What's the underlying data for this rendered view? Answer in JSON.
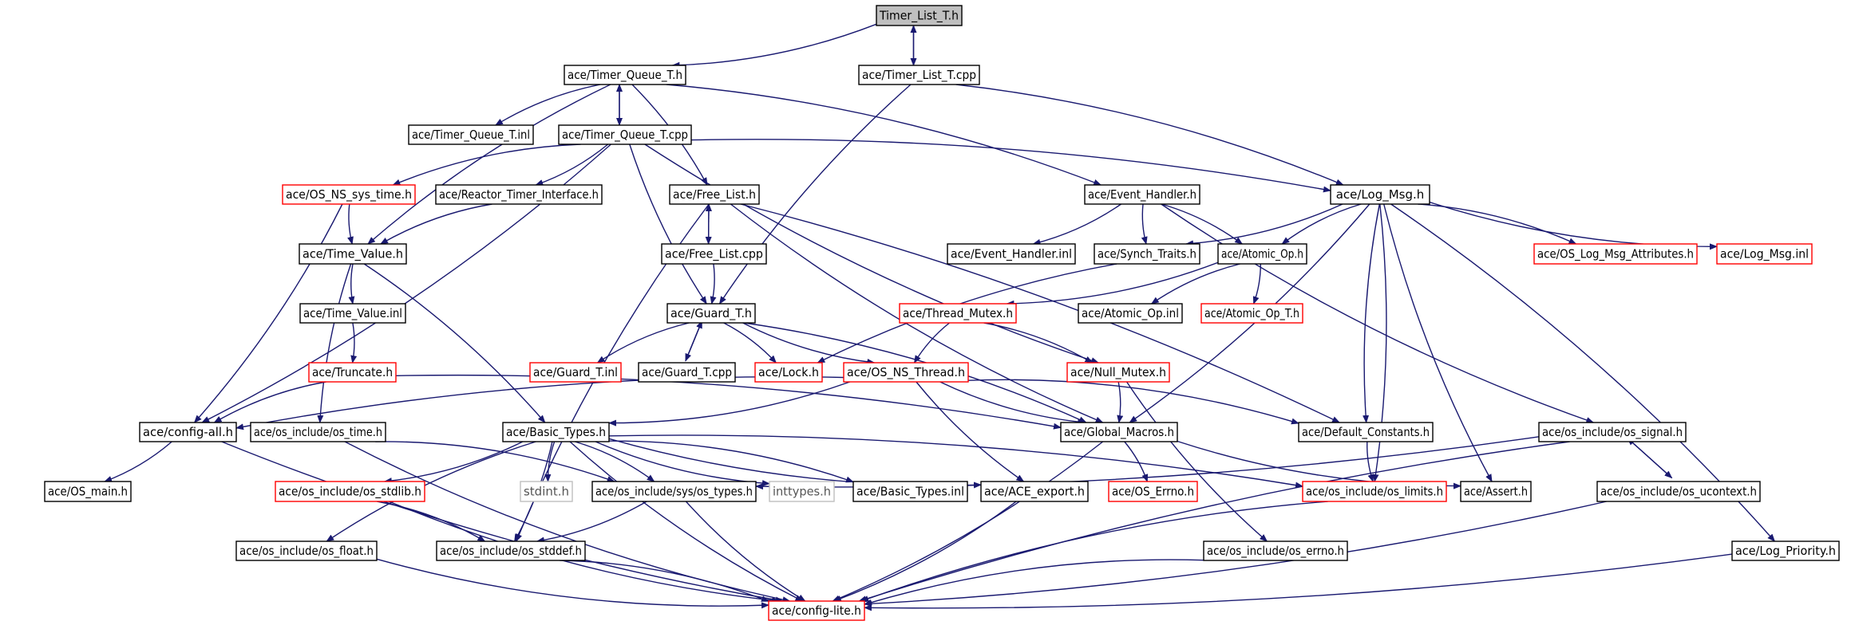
{
  "colors": {
    "edge": "#191970",
    "box_black": "#000000",
    "box_red": "#ff0000",
    "box_gray": "#bfbfbf",
    "root_fill": "#bfbfbf",
    "text": "#000000"
  },
  "nodes": [
    {
      "id": "timer_list_t_h",
      "label": "Timer_List_T.h",
      "style": "root"
    },
    {
      "id": "timer_queue_t_h",
      "label": "ace/Timer_Queue_T.h",
      "style": "black"
    },
    {
      "id": "timer_list_t_cpp",
      "label": "ace/Timer_List_T.cpp",
      "style": "black"
    },
    {
      "id": "timer_queue_t_inl",
      "label": "ace/Timer_Queue_T.inl",
      "style": "black"
    },
    {
      "id": "timer_queue_t_cpp",
      "label": "ace/Timer_Queue_T.cpp",
      "style": "black"
    },
    {
      "id": "os_ns_sys_time_h",
      "label": "ace/OS_NS_sys_time.h",
      "style": "red"
    },
    {
      "id": "reactor_timer_interface_h",
      "label": "ace/Reactor_Timer_Interface.h",
      "style": "black"
    },
    {
      "id": "free_list_h",
      "label": "ace/Free_List.h",
      "style": "black"
    },
    {
      "id": "event_handler_h",
      "label": "ace/Event_Handler.h",
      "style": "black"
    },
    {
      "id": "log_msg_h",
      "label": "ace/Log_Msg.h",
      "style": "black"
    },
    {
      "id": "time_value_h",
      "label": "ace/Time_Value.h",
      "style": "black"
    },
    {
      "id": "free_list_cpp",
      "label": "ace/Free_List.cpp",
      "style": "black"
    },
    {
      "id": "event_handler_inl",
      "label": "ace/Event_Handler.inl",
      "style": "black"
    },
    {
      "id": "synch_traits_h",
      "label": "ace/Synch_Traits.h",
      "style": "black"
    },
    {
      "id": "atomic_op_h",
      "label": "ace/Atomic_Op.h",
      "style": "black"
    },
    {
      "id": "os_log_msg_attributes_h",
      "label": "ace/OS_Log_Msg_Attributes.h",
      "style": "red"
    },
    {
      "id": "log_msg_inl",
      "label": "ace/Log_Msg.inl",
      "style": "red"
    },
    {
      "id": "time_value_inl",
      "label": "ace/Time_Value.inl",
      "style": "black"
    },
    {
      "id": "guard_t_h",
      "label": "ace/Guard_T.h",
      "style": "black"
    },
    {
      "id": "thread_mutex_h",
      "label": "ace/Thread_Mutex.h",
      "style": "red"
    },
    {
      "id": "atomic_op_inl",
      "label": "ace/Atomic_Op.inl",
      "style": "black"
    },
    {
      "id": "atomic_op_t_h",
      "label": "ace/Atomic_Op_T.h",
      "style": "red"
    },
    {
      "id": "truncate_h",
      "label": "ace/Truncate.h",
      "style": "red"
    },
    {
      "id": "guard_t_inl",
      "label": "ace/Guard_T.inl",
      "style": "red"
    },
    {
      "id": "guard_t_cpp",
      "label": "ace/Guard_T.cpp",
      "style": "black"
    },
    {
      "id": "lock_h",
      "label": "ace/Lock.h",
      "style": "red"
    },
    {
      "id": "os_ns_thread_h",
      "label": "ace/OS_NS_Thread.h",
      "style": "red"
    },
    {
      "id": "null_mutex_h",
      "label": "ace/Null_Mutex.h",
      "style": "red"
    },
    {
      "id": "config_all_h",
      "label": "ace/config-all.h",
      "style": "black"
    },
    {
      "id": "os_include_os_time_h",
      "label": "ace/os_include/os_time.h",
      "style": "black"
    },
    {
      "id": "basic_types_h",
      "label": "ace/Basic_Types.h",
      "style": "black"
    },
    {
      "id": "global_macros_h",
      "label": "ace/Global_Macros.h",
      "style": "black"
    },
    {
      "id": "default_constants_h",
      "label": "ace/Default_Constants.h",
      "style": "black"
    },
    {
      "id": "os_include_os_signal_h",
      "label": "ace/os_include/os_signal.h",
      "style": "black"
    },
    {
      "id": "os_main_h",
      "label": "ace/OS_main.h",
      "style": "black"
    },
    {
      "id": "os_include_os_stdlib_h",
      "label": "ace/os_include/os_stdlib.h",
      "style": "red"
    },
    {
      "id": "stdint_h",
      "label": "stdint.h",
      "style": "gray"
    },
    {
      "id": "os_include_sys_os_types_h",
      "label": "ace/os_include/sys/os_types.h",
      "style": "black"
    },
    {
      "id": "inttypes_h",
      "label": "inttypes.h",
      "style": "gray"
    },
    {
      "id": "basic_types_inl",
      "label": "ace/Basic_Types.inl",
      "style": "black"
    },
    {
      "id": "ace_export_h",
      "label": "ace/ACE_export.h",
      "style": "black"
    },
    {
      "id": "os_errno_h",
      "label": "ace/OS_Errno.h",
      "style": "red"
    },
    {
      "id": "os_include_os_limits_h",
      "label": "ace/os_include/os_limits.h",
      "style": "red"
    },
    {
      "id": "assert_h",
      "label": "ace/Assert.h",
      "style": "black"
    },
    {
      "id": "os_include_os_ucontext_h",
      "label": "ace/os_include/os_ucontext.h",
      "style": "black"
    },
    {
      "id": "os_include_os_float_h",
      "label": "ace/os_include/os_float.h",
      "style": "black"
    },
    {
      "id": "os_include_os_stddef_h",
      "label": "ace/os_include/os_stddef.h",
      "style": "black"
    },
    {
      "id": "os_include_os_errno_h",
      "label": "ace/os_include/os_errno.h",
      "style": "black"
    },
    {
      "id": "log_priority_h",
      "label": "ace/Log_Priority.h",
      "style": "black"
    },
    {
      "id": "config_lite_h",
      "label": "ace/config-lite.h",
      "style": "red"
    }
  ],
  "edges": [
    [
      "timer_list_t_h",
      "timer_queue_t_h"
    ],
    [
      "timer_list_t_h",
      "timer_list_t_cpp"
    ],
    [
      "timer_list_t_cpp",
      "timer_list_t_h"
    ],
    [
      "timer_list_t_cpp",
      "guard_t_h"
    ],
    [
      "timer_list_t_cpp",
      "log_msg_h"
    ],
    [
      "timer_queue_t_h",
      "timer_queue_t_inl"
    ],
    [
      "timer_queue_t_h",
      "timer_queue_t_cpp"
    ],
    [
      "timer_queue_t_cpp",
      "timer_queue_t_h"
    ],
    [
      "timer_queue_t_h",
      "free_list_h"
    ],
    [
      "timer_queue_t_h",
      "time_value_h"
    ],
    [
      "timer_queue_t_h",
      "event_handler_h"
    ],
    [
      "timer_queue_t_cpp",
      "os_ns_sys_time_h"
    ],
    [
      "timer_queue_t_cpp",
      "reactor_timer_interface_h"
    ],
    [
      "timer_queue_t_cpp",
      "guard_t_h"
    ],
    [
      "timer_queue_t_cpp",
      "log_msg_h"
    ],
    [
      "timer_queue_t_cpp",
      "null_mutex_h"
    ],
    [
      "timer_queue_t_cpp",
      "config_all_h"
    ],
    [
      "os_ns_sys_time_h",
      "time_value_h"
    ],
    [
      "os_ns_sys_time_h",
      "config_all_h"
    ],
    [
      "reactor_timer_interface_h",
      "time_value_h"
    ],
    [
      "free_list_h",
      "free_list_cpp"
    ],
    [
      "free_list_cpp",
      "free_list_h"
    ],
    [
      "free_list_cpp",
      "guard_t_h"
    ],
    [
      "free_list_h",
      "global_macros_h"
    ],
    [
      "free_list_h",
      "default_constants_h"
    ],
    [
      "free_list_h",
      "os_include_os_stddef_h"
    ],
    [
      "event_handler_h",
      "event_handler_inl"
    ],
    [
      "event_handler_h",
      "synch_traits_h"
    ],
    [
      "event_handler_h",
      "atomic_op_h"
    ],
    [
      "event_handler_h",
      "os_include_os_signal_h"
    ],
    [
      "log_msg_h",
      "synch_traits_h"
    ],
    [
      "log_msg_h",
      "atomic_op_h"
    ],
    [
      "log_msg_h",
      "os_log_msg_attributes_h"
    ],
    [
      "log_msg_h",
      "log_msg_inl"
    ],
    [
      "log_msg_h",
      "global_macros_h"
    ],
    [
      "log_msg_h",
      "default_constants_h"
    ],
    [
      "log_msg_h",
      "os_include_os_limits_h"
    ],
    [
      "log_msg_h",
      "assert_h"
    ],
    [
      "log_msg_h",
      "log_priority_h"
    ],
    [
      "time_value_h",
      "time_value_inl"
    ],
    [
      "time_value_h",
      "basic_types_h"
    ],
    [
      "time_value_h",
      "os_include_os_time_h"
    ],
    [
      "time_value_inl",
      "truncate_h"
    ],
    [
      "truncate_h",
      "config_all_h"
    ],
    [
      "truncate_h",
      "global_macros_h"
    ],
    [
      "synch_traits_h",
      "lock_h"
    ],
    [
      "atomic_op_h",
      "thread_mutex_h"
    ],
    [
      "atomic_op_h",
      "atomic_op_inl"
    ],
    [
      "atomic_op_h",
      "atomic_op_t_h"
    ],
    [
      "thread_mutex_h",
      "os_ns_thread_h"
    ],
    [
      "thread_mutex_h",
      "null_mutex_h"
    ],
    [
      "guard_t_h",
      "guard_t_inl"
    ],
    [
      "guard_t_h",
      "guard_t_cpp"
    ],
    [
      "guard_t_cpp",
      "guard_t_h"
    ],
    [
      "guard_t_h",
      "lock_h"
    ],
    [
      "guard_t_h",
      "os_ns_thread_h"
    ],
    [
      "guard_t_h",
      "global_macros_h"
    ],
    [
      "os_ns_thread_h",
      "config_all_h"
    ],
    [
      "os_ns_thread_h",
      "basic_types_h"
    ],
    [
      "os_ns_thread_h",
      "global_macros_h"
    ],
    [
      "os_ns_thread_h",
      "default_constants_h"
    ],
    [
      "os_ns_thread_h",
      "ace_export_h"
    ],
    [
      "null_mutex_h",
      "global_macros_h"
    ],
    [
      "null_mutex_h",
      "os_include_os_errno_h"
    ],
    [
      "config_all_h",
      "os_main_h"
    ],
    [
      "config_all_h",
      "config_lite_h"
    ],
    [
      "os_include_os_time_h",
      "os_include_sys_os_types_h"
    ],
    [
      "os_include_os_time_h",
      "config_lite_h"
    ],
    [
      "basic_types_h",
      "os_include_os_stdlib_h"
    ],
    [
      "basic_types_h",
      "stdint_h"
    ],
    [
      "basic_types_h",
      "os_include_sys_os_types_h"
    ],
    [
      "basic_types_h",
      "inttypes_h"
    ],
    [
      "basic_types_h",
      "basic_types_inl"
    ],
    [
      "basic_types_h",
      "ace_export_h"
    ],
    [
      "basic_types_h",
      "os_include_os_limits_h"
    ],
    [
      "basic_types_h",
      "os_include_os_float_h"
    ],
    [
      "basic_types_h",
      "os_include_os_stddef_h"
    ],
    [
      "basic_types_h",
      "config_lite_h"
    ],
    [
      "global_macros_h",
      "os_errno_h"
    ],
    [
      "global_macros_h",
      "assert_h"
    ],
    [
      "global_macros_h",
      "config_lite_h"
    ],
    [
      "default_constants_h",
      "os_include_os_limits_h"
    ],
    [
      "os_include_os_signal_h",
      "os_include_sys_os_types_h"
    ],
    [
      "os_include_os_signal_h",
      "os_include_os_ucontext_h"
    ],
    [
      "os_include_os_ucontext_h",
      "os_include_os_signal_h"
    ],
    [
      "os_include_os_signal_h",
      "config_lite_h"
    ],
    [
      "os_include_os_stdlib_h",
      "os_include_os_stddef_h"
    ],
    [
      "os_include_os_stdlib_h",
      "config_lite_h"
    ],
    [
      "os_include_sys_os_types_h",
      "os_include_os_stddef_h"
    ],
    [
      "os_include_sys_os_types_h",
      "config_lite_h"
    ],
    [
      "ace_export_h",
      "config_lite_h"
    ],
    [
      "os_include_os_limits_h",
      "config_lite_h"
    ],
    [
      "os_include_os_ucontext_h",
      "config_lite_h"
    ],
    [
      "os_include_os_float_h",
      "config_lite_h"
    ],
    [
      "os_include_os_stddef_h",
      "config_lite_h"
    ],
    [
      "os_include_os_errno_h",
      "config_lite_h"
    ],
    [
      "log_priority_h",
      "config_lite_h"
    ]
  ]
}
